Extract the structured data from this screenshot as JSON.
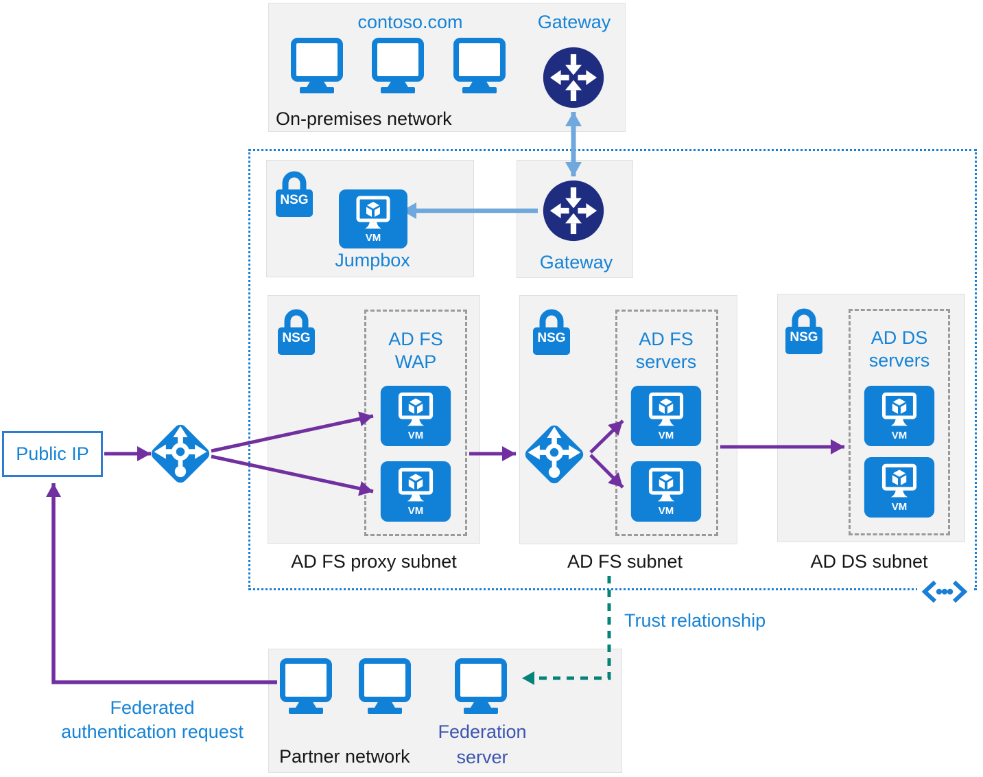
{
  "colors": {
    "azure_blue": "#1181d8",
    "gateway_navy": "#1e2d80",
    "light_blue_arrow": "#6fa8dc",
    "purple_arrow": "#7030a0",
    "teal_dashed": "#068378",
    "text_blue": "#1583d6",
    "text_indigo": "#3c55af",
    "box_gray": "#f2f2f2"
  },
  "icons": {
    "nsg_label": "NSG",
    "vm_label": "VM"
  },
  "onprem": {
    "domain": "contoso.com",
    "gateway_label": "Gateway",
    "caption": "On-premises network"
  },
  "vnet": {
    "jumpbox_label": "Jumpbox",
    "gateway_label": "Gateway",
    "adfs_wap": {
      "line1": "AD FS",
      "line2": "WAP"
    },
    "adfs_servers": {
      "line1": "AD FS",
      "line2": "servers"
    },
    "adds_servers": {
      "line1": "AD DS",
      "line2": "servers"
    },
    "proxy_subnet_caption": "AD FS proxy subnet",
    "adfs_subnet_caption": "AD FS subnet",
    "adds_subnet_caption": "AD DS subnet"
  },
  "left_side": {
    "public_ip": "Public IP",
    "federated_request": {
      "line1": "Federated",
      "line2": "authentication request"
    }
  },
  "partner": {
    "caption": "Partner network",
    "federation_server": {
      "line1": "Federation",
      "line2": "server"
    }
  },
  "annotations": {
    "trust": "Trust relationship"
  }
}
